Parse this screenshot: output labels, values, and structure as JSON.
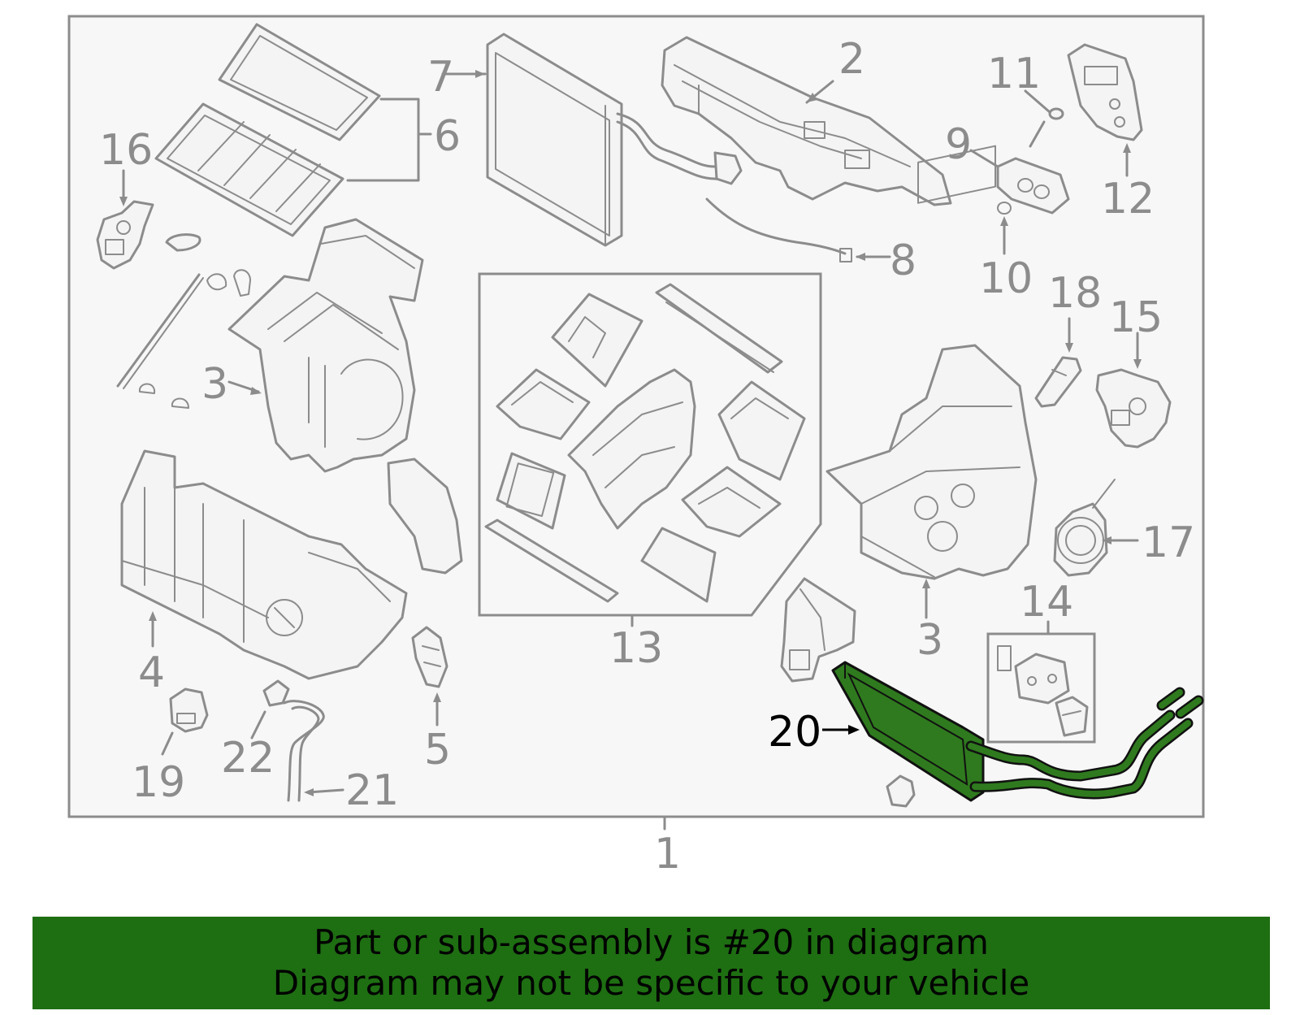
{
  "diagram": {
    "callouts": {
      "c1": "1",
      "c2": "2",
      "c3a": "3",
      "c3b": "3",
      "c4": "4",
      "c5": "5",
      "c6": "6",
      "c7": "7",
      "c8": "8",
      "c9": "9",
      "c10": "10",
      "c11": "11",
      "c12": "12",
      "c13": "13",
      "c14": "14",
      "c15": "15",
      "c16": "16",
      "c17": "17",
      "c18": "18",
      "c19": "19",
      "c20": "20",
      "c21": "21",
      "c22": "22"
    },
    "highlight_color": "#2f7a1e"
  },
  "banner": {
    "line1": "Part or sub-assembly is #20 in diagram",
    "line2": "Diagram may not be specific to your vehicle",
    "background": "#1e6e12"
  }
}
